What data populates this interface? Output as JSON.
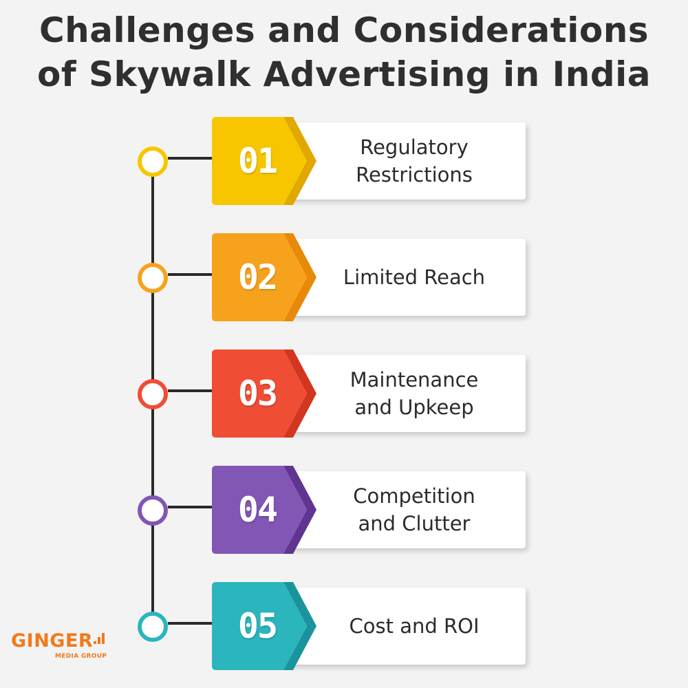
{
  "title": {
    "line1": "Challenges and Considerations",
    "line2": "of Skywalk Advertising in India"
  },
  "steps": [
    {
      "number": "01",
      "label": "Regulatory\nRestrictions",
      "color": "#f7c600",
      "color_dark": "#e0a800"
    },
    {
      "number": "02",
      "label": "Limited Reach",
      "color": "#f7a21c",
      "color_dark": "#e8890a"
    },
    {
      "number": "03",
      "label": "Maintenance\nand Upkeep",
      "color": "#ef4d34",
      "color_dark": "#d2361f"
    },
    {
      "number": "04",
      "label": "Competition\nand Clutter",
      "color": "#8256b4",
      "color_dark": "#5f3591"
    },
    {
      "number": "05",
      "label": "Cost and ROI",
      "color": "#2bb5bd",
      "color_dark": "#1a949c"
    }
  ],
  "logo": {
    "word": "GINGER",
    "sub": "MEDIA GROUP",
    "color": "#f07a1a"
  }
}
